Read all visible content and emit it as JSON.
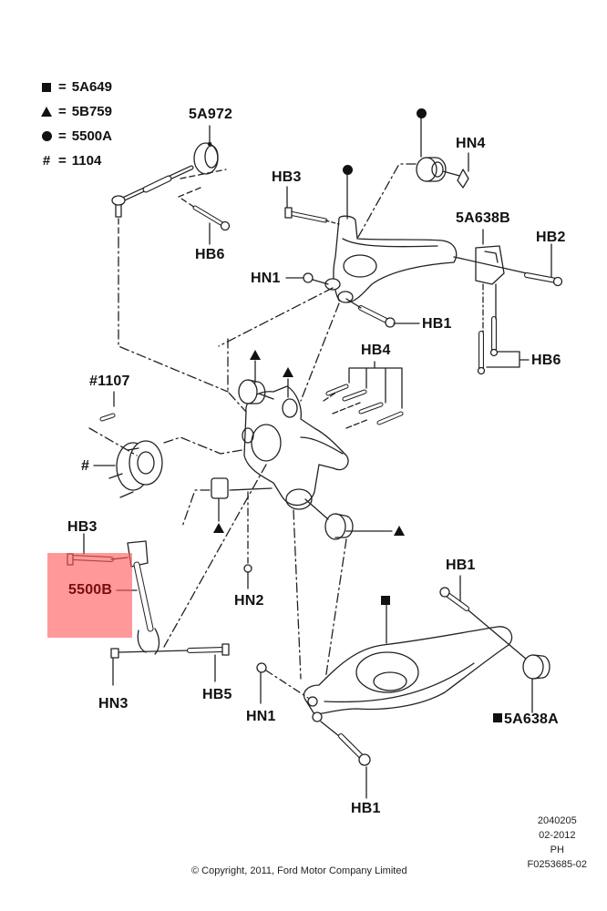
{
  "legend": [
    {
      "symbol": "square",
      "eq": "=",
      "code": "5A649"
    },
    {
      "symbol": "triangle",
      "eq": "=",
      "code": "5B759"
    },
    {
      "symbol": "circle",
      "eq": "=",
      "code": "5500A"
    },
    {
      "symbol": "hash",
      "glyph": "#",
      "eq": "=",
      "code": "1104"
    }
  ],
  "labels": {
    "toe_link": "5A972",
    "hb6_top": "HB6",
    "hb3_top": "HB3",
    "hn4": "HN4",
    "bushing_b": "5A638B",
    "hb2": "HB2",
    "hn1_top": "HN1",
    "hb1_top": "HB1",
    "hb6_right": "HB6",
    "hb4": "HB4",
    "wheel_bolt": "#1107",
    "hub_hash": "#",
    "hb3_left": "HB3",
    "link_5500b": "5500B",
    "hn2": "HN2",
    "hn3": "HN3",
    "hb5": "HB5",
    "hb1_right": "HB1",
    "hn1_bottom": "HN1",
    "bushing_a": "5A638A",
    "hb1_bottom": "HB1"
  },
  "highlight": {
    "part": "5500B",
    "color": "#ff5a5a"
  },
  "meta": {
    "figure_no": "2040205",
    "date": "02-2012",
    "initials": "PH",
    "ref": "F0253685-02"
  },
  "copyright": "© Copyright, 2011, Ford Motor Company Limited"
}
